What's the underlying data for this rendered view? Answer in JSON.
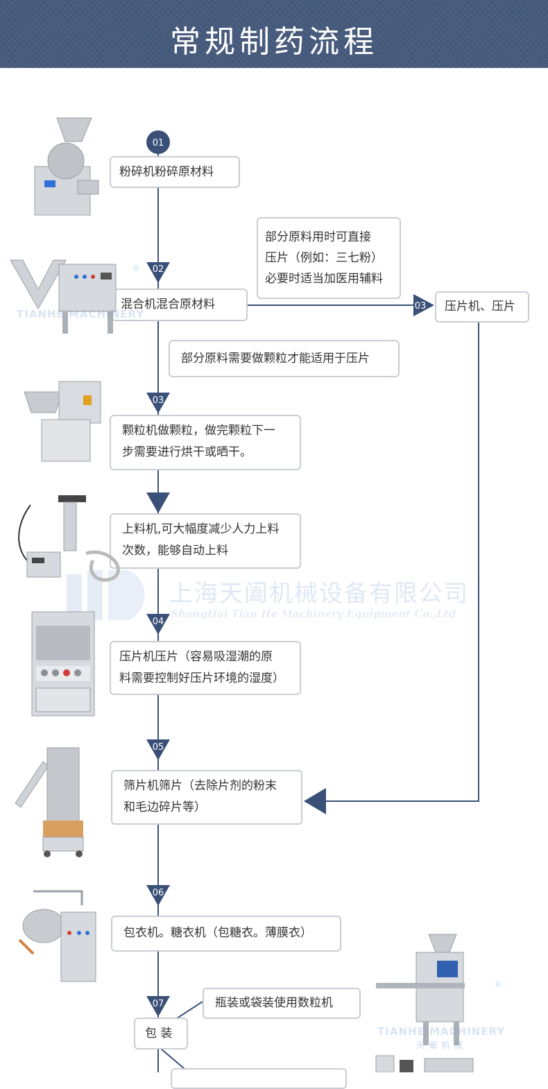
{
  "header": {
    "title": "常规制药流程"
  },
  "steps": {
    "s01": {
      "badge": "01",
      "label": "粉碎机粉碎原材料"
    },
    "s02": {
      "badge": "02",
      "label": "混合机混合原材料"
    },
    "s03": {
      "badge": "03",
      "line1": "颗粒机做颗粒，做完颗粒下一",
      "line2": "步需要进行烘干或晒干。"
    },
    "feeder": {
      "line1": "上料机,可大幅度减少人力上料",
      "line2": "次数，能够自动上料"
    },
    "s04": {
      "badge": "04",
      "line1": "压片机压片（容易吸湿潮的原",
      "line2": "料需要控制好压片环境的湿度）"
    },
    "s05": {
      "badge": "05",
      "line1": "筛片机筛片（去除片剂的粉末",
      "line2": "和毛边碎片等）"
    },
    "s06": {
      "badge": "06",
      "label": "包衣机。糖衣机（包糖衣。薄膜衣）"
    },
    "s07": {
      "badge": "07",
      "label": "包 装"
    }
  },
  "branch": {
    "badge": "03",
    "label": "压片机、压片",
    "note_line1": "部分原料用时可直接",
    "note_line2": "压片（例如：三七粉）",
    "note_line3": "必要时适当加医用辅料"
  },
  "notes": {
    "granule": "部分原料需要做颗粒才能适用于压片",
    "packaging": "瓶装或袋装使用数粒机"
  },
  "watermark": {
    "company_cn": "上海天阖机械设备有限公司",
    "company_en": "ShangHai Tian He Machinery Equipment Co.,Ltd",
    "brand": "TIANHE MACHINERY",
    "brand_cn": "天 阖 机 械",
    "registered": "®"
  },
  "colors": {
    "header_bg": "#44587a",
    "flow_line": "#3a5078",
    "box_border": "#c9ccd2"
  }
}
